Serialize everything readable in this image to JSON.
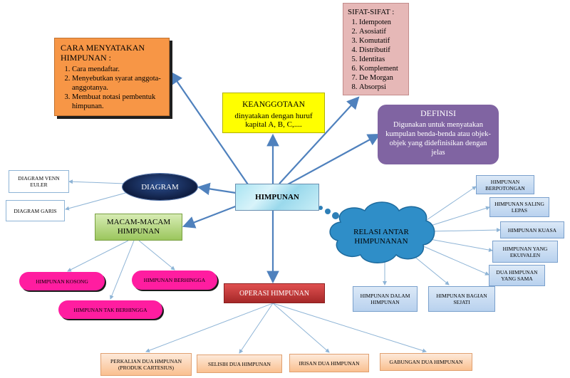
{
  "center": "HIMPUNAN",
  "cara": {
    "title": "CARA MENYATAKAN HIMPUNAN :",
    "items": [
      "Cara mendaftar.",
      "Menyebutkan syarat anggota-anggotanya.",
      "Membuat notasi pembentuk himpunan."
    ]
  },
  "keanggotaan": {
    "title": "KEANGGOTAAN",
    "line1": "dinyatakan dengan huruf",
    "line2": "kapital A, B, C,...."
  },
  "sifat": {
    "title": "SIFAT-SIFAT :",
    "items": [
      "Idempoten",
      "Asosiatif",
      "Komutatif",
      "Distributif",
      "Identitas",
      "Komplement",
      "De Morgan",
      "Absorpsi"
    ]
  },
  "definisi": {
    "title": "DEFINISI",
    "text": "Digunakan untuk menyatakan kumpulan benda-benda atau objek-objek yang didefinisikan dengan jelas"
  },
  "diagram": {
    "label": "DIAGRAM",
    "venn": "DIAGRAM VENN EULER",
    "garis": "DIAGRAM GARIS"
  },
  "macam": {
    "label": "MACAM-MACAM HIMPUNAN",
    "kosong": "HIMPUNAN KOSONG",
    "berhingga": "HIMPUNAN BERHINGGA",
    "tak_berhingga": "HIMPUNAN TAK BERHINGGA"
  },
  "operasi": {
    "label": "OPERASI HIMPUNAN",
    "perkalian": "PERKALIAN DUA HMPUNAN (PRODUK CARTESIUS)",
    "selisih": "SELISIH DUA HIMPUNAN",
    "irisan": "IRISAN DUA HIMPUNAN",
    "gabungan": "GABUNGAN DUA HIMPUNAN"
  },
  "relasi": {
    "label": "RELASI ANTAR HIMPUNANAN",
    "berpotongan": "HIMPUNAN BERPOTONGAN",
    "saling_lepas": "HIMPUNAN SALING LEPAS",
    "kuasa": "HIMPUNAN KUASA",
    "ekuivalen": "HIMPUNAN YANG EKUIVALEN",
    "sama": "DUA HIMPUNAN YANG SAMA",
    "dalam": "HIMPUNAN DALAM HIMPUNAN",
    "bagian": "HIMPUNAN BAGIAN SEJATI"
  },
  "colors": {
    "link": "#4f81bd",
    "orange": "#f79646",
    "yellow": "#ffff00",
    "pink": "#e6b8b7",
    "purple": "#8064a2",
    "magenta": "#ff1da0",
    "green": "#9bc65d",
    "red": "#c0392b"
  }
}
